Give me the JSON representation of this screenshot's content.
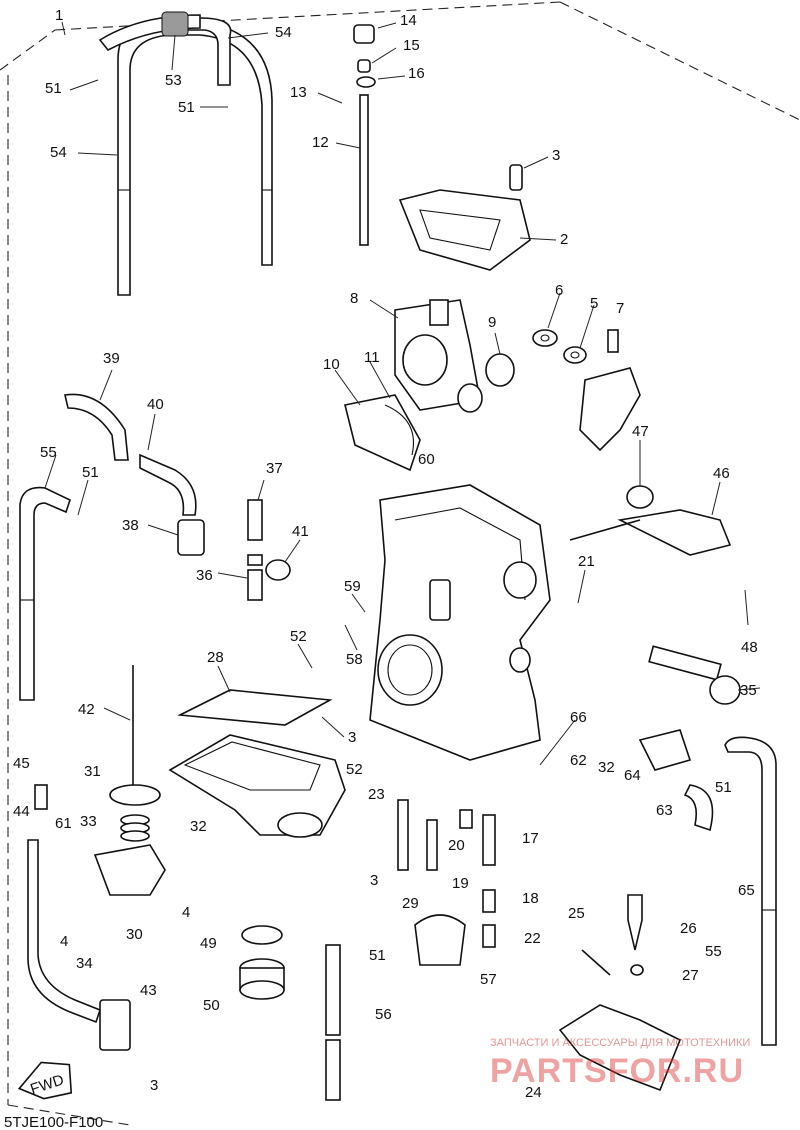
{
  "diagram": {
    "code": "5TJE100-F100",
    "arrow_label": "FWD",
    "watermark": {
      "line1": "ЗАПЧАСТИ И АКСЕССУАРЫ ДЛЯ МОТОТЕХНИКИ",
      "brand": "PARTSFOR.RU"
    },
    "callouts": [
      "1",
      "54",
      "14",
      "15",
      "16",
      "51",
      "53",
      "51",
      "13",
      "12",
      "3",
      "2",
      "54",
      "8",
      "6",
      "5",
      "7",
      "9",
      "39",
      "10",
      "11",
      "40",
      "47",
      "60",
      "55",
      "51",
      "37",
      "46",
      "38",
      "41",
      "36",
      "21",
      "59",
      "48",
      "58",
      "52",
      "35",
      "28",
      "42",
      "3",
      "66",
      "31",
      "45",
      "52",
      "62",
      "32",
      "64",
      "51",
      "23",
      "44",
      "61",
      "33",
      "32",
      "20",
      "17",
      "63",
      "65",
      "3",
      "19",
      "18",
      "4",
      "29",
      "25",
      "26",
      "22",
      "30",
      "4",
      "34",
      "49",
      "51",
      "55",
      "27",
      "43",
      "57",
      "50",
      "56",
      "24",
      "3"
    ]
  }
}
